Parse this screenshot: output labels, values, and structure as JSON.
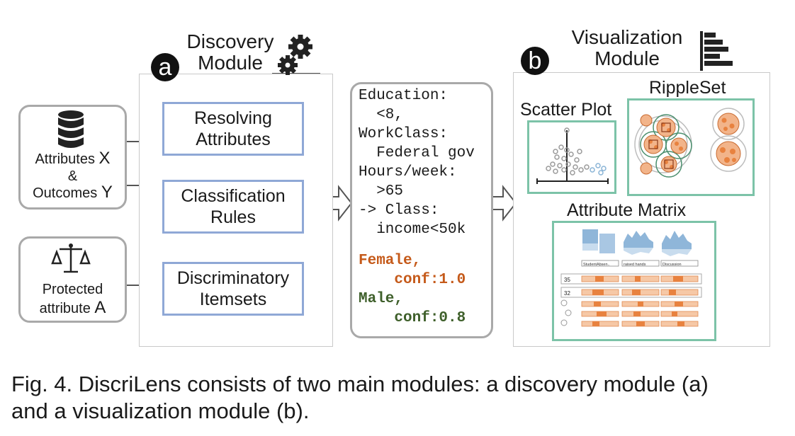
{
  "discovery": {
    "badge": "a",
    "title_line1": "Discovery",
    "title_line2": "Module",
    "boxes": {
      "resolving": [
        "Resolving",
        "Attributes"
      ],
      "classification": [
        "Classification",
        "Rules"
      ],
      "discriminatory": [
        "Discriminatory",
        "Itemsets"
      ]
    }
  },
  "inputs": {
    "attributes_label": "Attributes",
    "attributes_var": "X",
    "ampersand": "&",
    "outcomes_label": "Outcomes",
    "outcomes_var": "Y",
    "protected_line1": "Protected",
    "protected_line2": "attribute",
    "protected_var": "A"
  },
  "rule_example": {
    "lines": [
      "Education:",
      "  <8,",
      "WorkClass:",
      "  Federal gov",
      "Hours/week:",
      "  >65",
      "-> Class:",
      "  income<50k"
    ],
    "female_label": "Female,",
    "female_conf": "    conf:1.0",
    "male_label": "Male,",
    "male_conf": "    conf:0.8"
  },
  "visualization": {
    "badge": "b",
    "title_line1": "Visualization",
    "title_line2": "Module",
    "scatter_title": "Scatter Plot",
    "rippleset_title": "RippleSet",
    "matrix_title": "Attribute Matrix",
    "matrix_dropdowns": [
      "StudentAbsen..",
      "raised hands",
      "Discussion"
    ],
    "matrix_counts": [
      "35",
      "32"
    ]
  },
  "caption": {
    "line1": "Fig. 4.  DiscriLens consists of two main modules: a discovery module (a)",
    "line2": "and a visualization module (b)."
  },
  "colors": {
    "box_blue": "#8fa8d6",
    "panel_teal": "#7cc3a8",
    "female_orange": "#c55a1a",
    "male_green": "#3e5f2a",
    "bar_orange": "#f2a46f"
  }
}
